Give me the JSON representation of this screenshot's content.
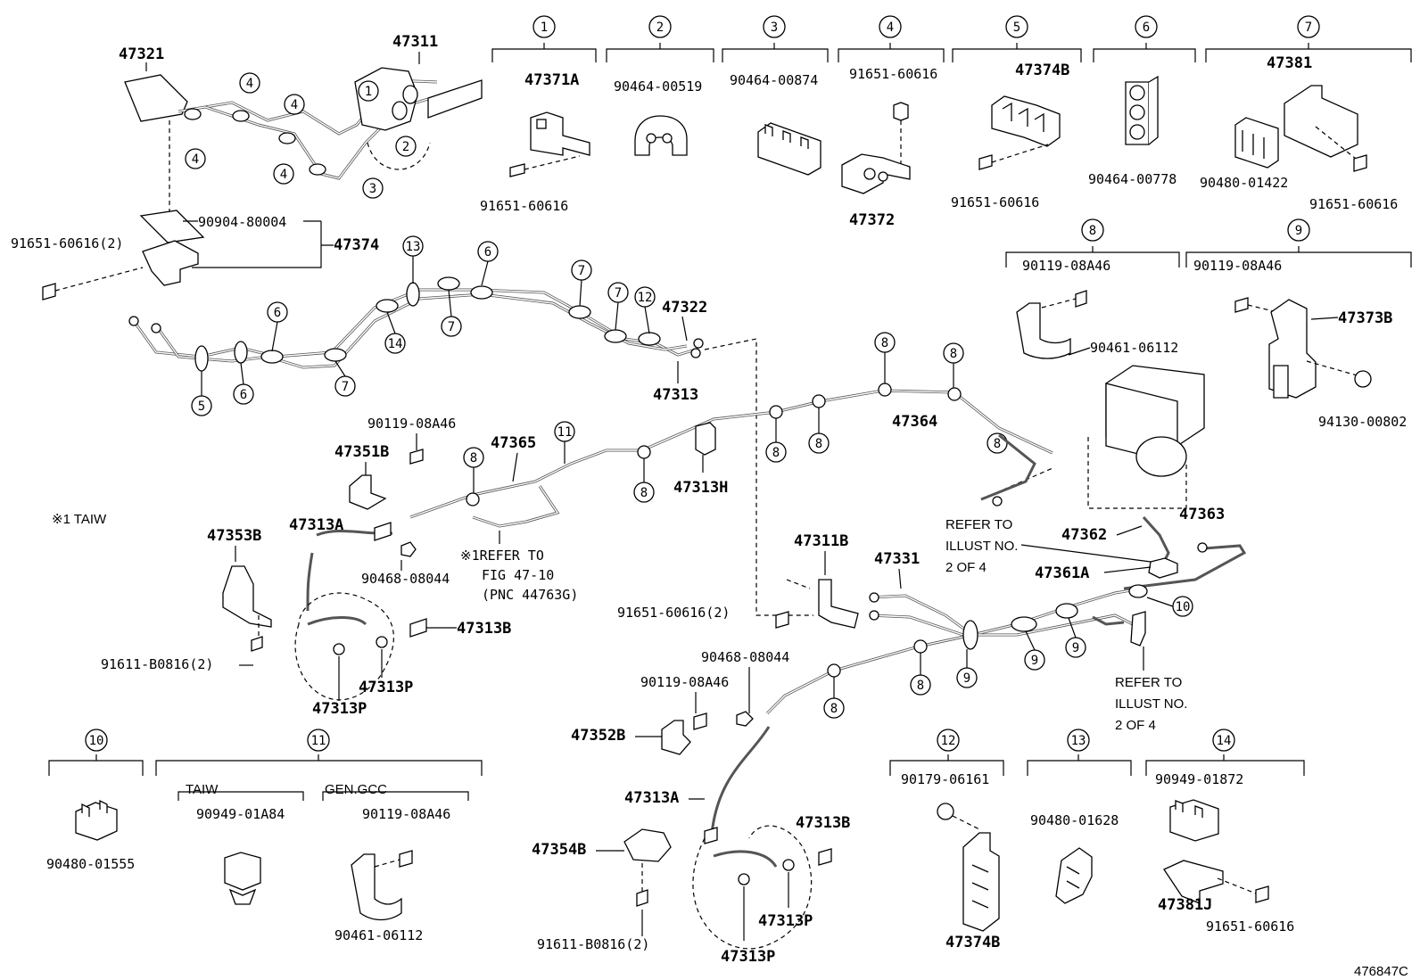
{
  "diagram_code": "476847C",
  "note_taiw": "※1 TAIW",
  "refer_fig": [
    "※1REFER TO",
    "FIG 47-10",
    "(PNC 44763G)"
  ],
  "refer_illust_a": [
    "REFER TO",
    "ILLUST NO.",
    "2 OF 4"
  ],
  "refer_illust_b": [
    "REFER TO",
    "ILLUST NO.",
    "2 OF 4"
  ],
  "kit_headers": [
    "1",
    "2",
    "3",
    "4",
    "5",
    "6",
    "7",
    "8",
    "9",
    "10",
    "11",
    "12",
    "13",
    "14"
  ],
  "kit_sub_taiw": "TAIW",
  "kit_sub_gen": "GEN.GCC",
  "kits": {
    "k1": [
      "47371A",
      "91651-60616"
    ],
    "k2": [
      "90464-00519"
    ],
    "k3": [
      "90464-00874"
    ],
    "k4": [
      "91651-60616",
      "47372"
    ],
    "k5": [
      "47374B",
      "91651-60616"
    ],
    "k6": [
      "90464-00778"
    ],
    "k7": [
      "47381",
      "90480-01422",
      "91651-60616"
    ],
    "k8": [
      "90119-08A46",
      "90461-06112"
    ],
    "k9": [
      "90119-08A46",
      "47373B",
      "94130-00802"
    ],
    "k10": [
      "90480-01555"
    ],
    "k11": [
      "90949-01A84",
      "90119-08A46",
      "90461-06112"
    ],
    "k12": [
      "90179-06161",
      "47374B"
    ],
    "k13": [
      "90480-01628"
    ],
    "k14": [
      "90949-01872",
      "47381J",
      "91651-60616"
    ]
  },
  "labels": {
    "p47321": "47321",
    "p47311": "47311",
    "p90904": "90904-80004",
    "p47374": "47374",
    "p91651_2": "91651-60616(2)",
    "p47322": "47322",
    "p47313": "47313",
    "p47364": "47364",
    "p47365": "47365",
    "p90119": "90119-08A46",
    "p47351B": "47351B",
    "p47313H": "47313H",
    "p47313A_1": "47313A",
    "p47353B": "47353B",
    "p90468_1": "90468-08044",
    "p47313B_1": "47313B",
    "p91611_1": "91611-B0816(2)",
    "p47313P_1": "47313P",
    "p47313P_2": "47313P",
    "p47362": "47362",
    "p47363": "47363",
    "p47361A": "47361A",
    "p47311B": "47311B",
    "p47331": "47331",
    "p91651_2b": "91651-60616(2)",
    "p90468_2": "90468-08044",
    "p90119_2": "90119-08A46",
    "p47352B": "47352B",
    "p47313A_2": "47313A",
    "p47354B": "47354B",
    "p47313B_2": "47313B",
    "p47313P_3": "47313P",
    "p47313P_4": "47313P",
    "p91611_2": "91611-B0816(2)"
  }
}
